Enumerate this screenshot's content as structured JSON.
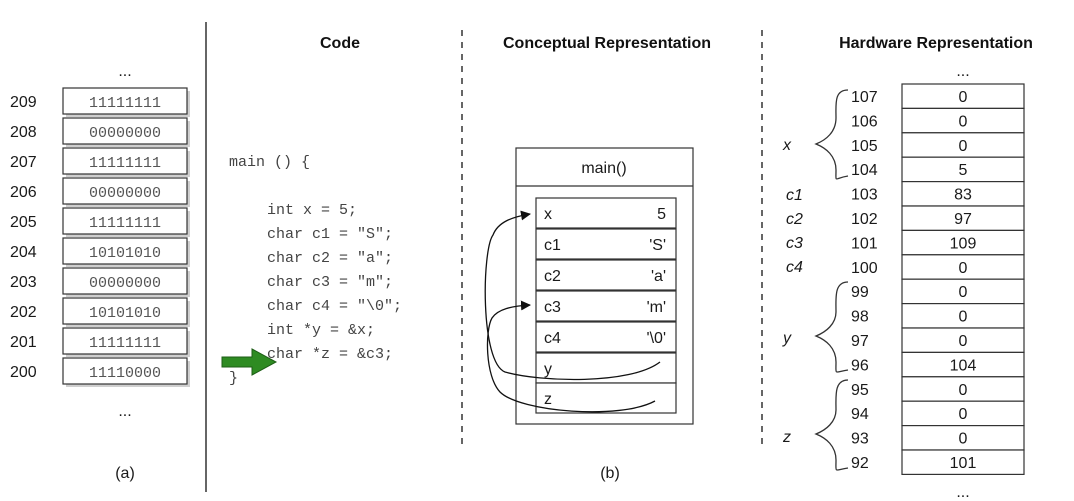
{
  "panel_a": {
    "top_ellipsis": "...",
    "bottom_ellipsis": "...",
    "caption": "(a)",
    "rows": [
      {
        "address": "209",
        "bits": "11111111"
      },
      {
        "address": "208",
        "bits": "00000000"
      },
      {
        "address": "207",
        "bits": "11111111"
      },
      {
        "address": "206",
        "bits": "00000000"
      },
      {
        "address": "205",
        "bits": "11111111"
      },
      {
        "address": "204",
        "bits": "10101010"
      },
      {
        "address": "203",
        "bits": "00000000"
      },
      {
        "address": "202",
        "bits": "10101010"
      },
      {
        "address": "201",
        "bits": "11111111"
      },
      {
        "address": "200",
        "bits": "11110000"
      }
    ]
  },
  "code": {
    "header": "Code",
    "lines": [
      "main () {",
      "int x = 5;",
      "char c1 = \"S\";",
      "char c2 = \"a\";",
      "char c3 = \"m\";",
      "char c4 = \"\\0\";",
      "int *y = &x;",
      "char *z = &c3;",
      "}"
    ]
  },
  "conceptual": {
    "header": "Conceptual Representation",
    "frame_title": "main()",
    "caption": "(b)",
    "vars": [
      {
        "name": "x",
        "value": "5"
      },
      {
        "name": "c1",
        "value": "'S'"
      },
      {
        "name": "c2",
        "value": "'a'"
      },
      {
        "name": "c3",
        "value": "'m'"
      },
      {
        "name": "c4",
        "value": "'\\0'"
      },
      {
        "name": "y",
        "value": ""
      },
      {
        "name": "z",
        "value": ""
      }
    ]
  },
  "hardware": {
    "header": "Hardware Representation",
    "top_ellipsis": "...",
    "bottom_ellipsis": "...",
    "rows": [
      {
        "address": "107",
        "value": "0"
      },
      {
        "address": "106",
        "value": "0"
      },
      {
        "address": "105",
        "value": "0"
      },
      {
        "address": "104",
        "value": "5"
      },
      {
        "address": "103",
        "value": "83"
      },
      {
        "address": "102",
        "value": "97"
      },
      {
        "address": "101",
        "value": "109"
      },
      {
        "address": "100",
        "value": "0"
      },
      {
        "address": "99",
        "value": "0"
      },
      {
        "address": "98",
        "value": "0"
      },
      {
        "address": "97",
        "value": "0"
      },
      {
        "address": "96",
        "value": "104"
      },
      {
        "address": "95",
        "value": "0"
      },
      {
        "address": "94",
        "value": "0"
      },
      {
        "address": "93",
        "value": "0"
      },
      {
        "address": "92",
        "value": "101"
      }
    ],
    "labels": {
      "x": "x",
      "c1": "c1",
      "c2": "c2",
      "c3": "c3",
      "c4": "c4",
      "y": "y",
      "z": "z"
    }
  }
}
